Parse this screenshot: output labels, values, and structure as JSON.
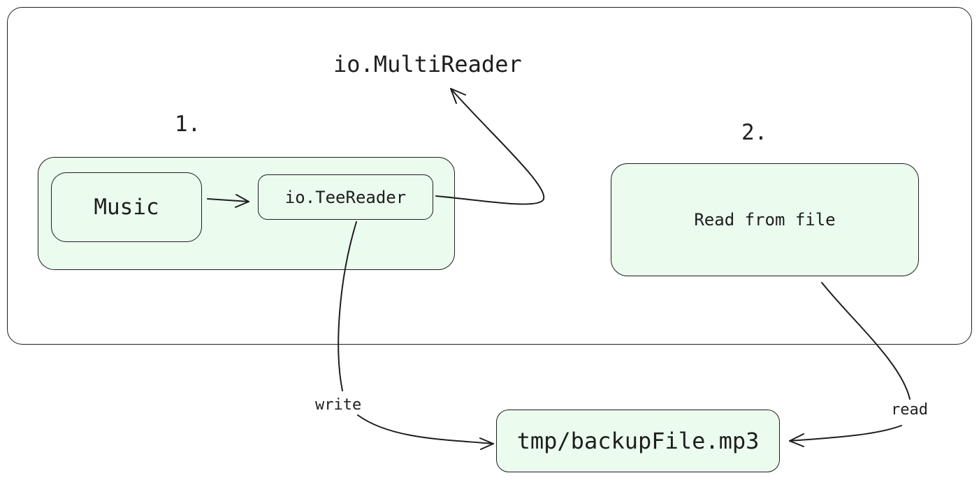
{
  "diagram": {
    "top_label": "io.MultiReader",
    "step_one": "1.",
    "step_two": "2.",
    "music_label": "Music",
    "tee_reader_label": "io.TeeReader",
    "read_from_file_label": "Read from file",
    "backup_file_label": "tmp/backupFile.mp3",
    "write_edge_label": "write",
    "read_edge_label": "read"
  },
  "colors": {
    "node_fill": "#ebfbee",
    "stroke": "#1e1e1e",
    "background": "#ffffff"
  }
}
